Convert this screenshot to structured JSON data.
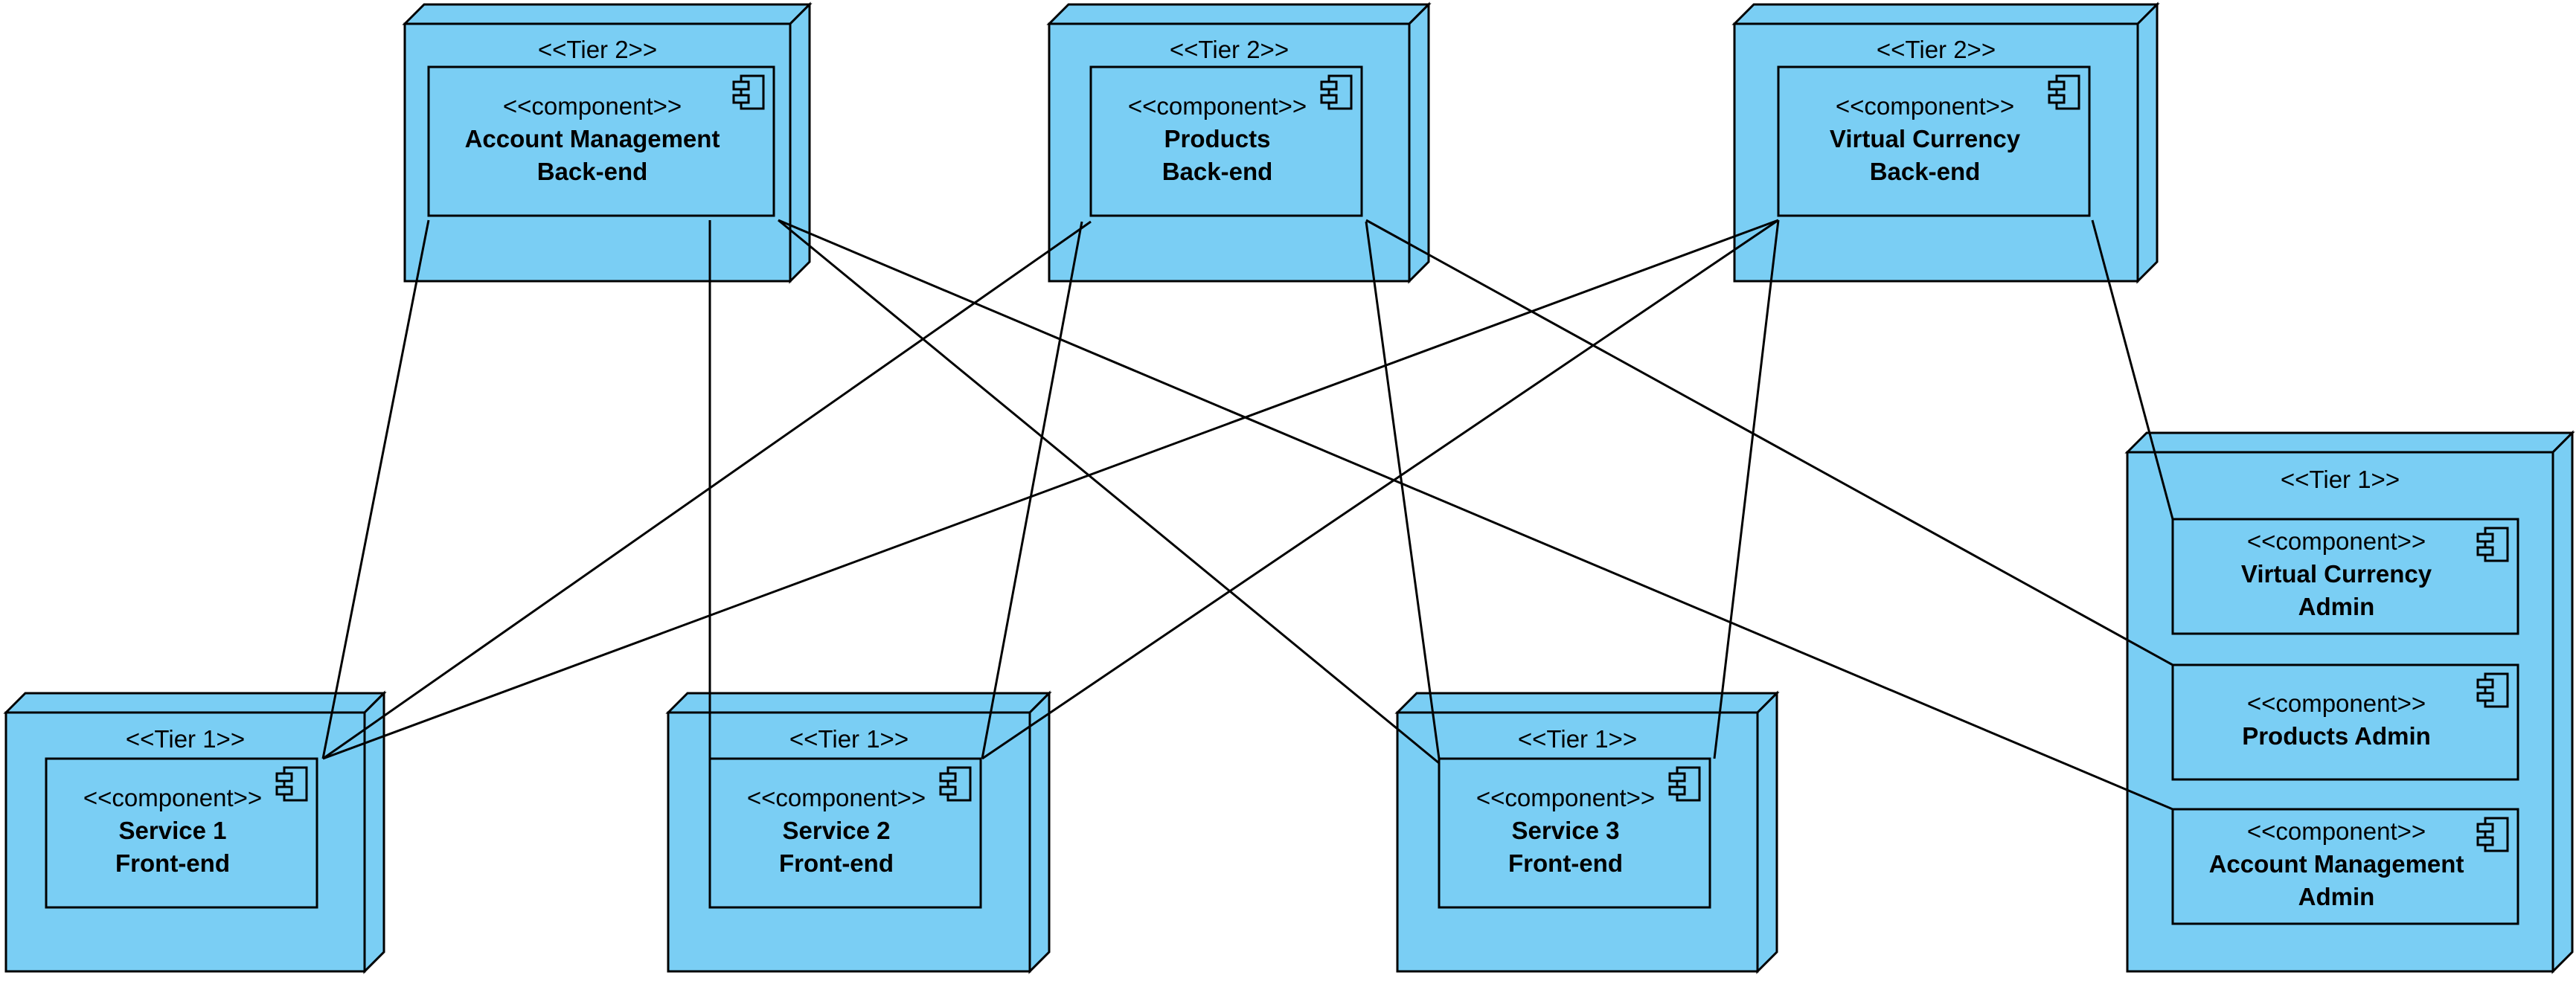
{
  "colors": {
    "node_fill": "#7ACEF4",
    "node_shade": "#5EBBE5",
    "stroke": "#000000",
    "background": "#FFFFFF"
  },
  "nodes": [
    {
      "id": "node-account-backend",
      "stereotype": "<<Tier 2>>",
      "components": [
        {
          "id": "account-management-backend",
          "stereotype": "<<component>>",
          "name_lines": [
            "Account Management",
            "Back-end"
          ],
          "icon": "component-icon"
        }
      ]
    },
    {
      "id": "node-products-backend",
      "stereotype": "<<Tier 2>>",
      "components": [
        {
          "id": "products-backend",
          "stereotype": "<<component>>",
          "name_lines": [
            "Products",
            "Back-end"
          ],
          "icon": "component-icon"
        }
      ]
    },
    {
      "id": "node-virtual-currency-backend",
      "stereotype": "<<Tier 2>>",
      "components": [
        {
          "id": "virtual-currency-backend",
          "stereotype": "<<component>>",
          "name_lines": [
            "Virtual Currency",
            "Back-end"
          ],
          "icon": "component-icon"
        }
      ]
    },
    {
      "id": "node-service1",
      "stereotype": "<<Tier 1>>",
      "components": [
        {
          "id": "service-1-frontend",
          "stereotype": "<<component>>",
          "name_lines": [
            "Service 1",
            "Front-end"
          ],
          "icon": "component-icon"
        }
      ]
    },
    {
      "id": "node-service2",
      "stereotype": "<<Tier 1>>",
      "components": [
        {
          "id": "service-2-frontend",
          "stereotype": "<<component>>",
          "name_lines": [
            "Service 2",
            "Front-end"
          ],
          "icon": "component-icon"
        }
      ]
    },
    {
      "id": "node-service3",
      "stereotype": "<<Tier 1>>",
      "components": [
        {
          "id": "service-3-frontend",
          "stereotype": "<<component>>",
          "name_lines": [
            "Service 3",
            "Front-end"
          ],
          "icon": "component-icon"
        }
      ]
    },
    {
      "id": "node-admin",
      "stereotype": "<<Tier 1>>",
      "components": [
        {
          "id": "virtual-currency-admin",
          "stereotype": "<<component>>",
          "name_lines": [
            "Virtual Currency",
            "Admin"
          ],
          "icon": "component-icon"
        },
        {
          "id": "products-admin",
          "stereotype": "<<component>>",
          "name_lines": [
            "Products Admin"
          ],
          "icon": "component-icon"
        },
        {
          "id": "account-management-admin",
          "stereotype": "<<component>>",
          "name_lines": [
            "Account Management",
            "Admin"
          ],
          "icon": "component-icon"
        }
      ]
    }
  ],
  "connections": [
    {
      "from": "account-management-backend",
      "to": "service-1-frontend"
    },
    {
      "from": "account-management-backend",
      "to": "service-2-frontend"
    },
    {
      "from": "account-management-backend",
      "to": "service-3-frontend"
    },
    {
      "from": "account-management-backend",
      "to": "account-management-admin"
    },
    {
      "from": "products-backend",
      "to": "service-1-frontend"
    },
    {
      "from": "products-backend",
      "to": "service-2-frontend"
    },
    {
      "from": "products-backend",
      "to": "service-3-frontend"
    },
    {
      "from": "products-backend",
      "to": "products-admin"
    },
    {
      "from": "virtual-currency-backend",
      "to": "service-1-frontend"
    },
    {
      "from": "virtual-currency-backend",
      "to": "service-2-frontend"
    },
    {
      "from": "virtual-currency-backend",
      "to": "service-3-frontend"
    },
    {
      "from": "virtual-currency-backend",
      "to": "virtual-currency-admin"
    }
  ]
}
